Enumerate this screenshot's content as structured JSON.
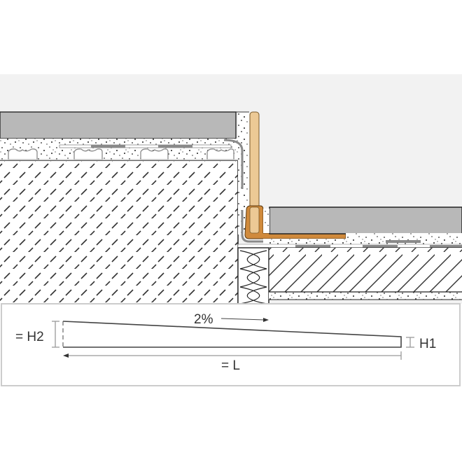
{
  "diagram": {
    "type": "cross-section",
    "subject": "floor transition profile between two levels with sloped ramp",
    "colors": {
      "background": "#ffffff",
      "section_background": "#f2f2f2",
      "tile": "#b8b8b8",
      "profile": "#d08a3c",
      "profile_inner": "#ecc995",
      "membrane": "#8a8a8a",
      "line": "#333333",
      "dimension_line": "#9a9a9a",
      "panel_border": "#cccccc"
    },
    "layers_left": [
      {
        "name": "tile-upper",
        "label": ""
      },
      {
        "name": "mortar-bed-upper",
        "label": ""
      },
      {
        "name": "screed-upper",
        "label": ""
      }
    ],
    "layers_right": [
      {
        "name": "tile-lower",
        "label": ""
      },
      {
        "name": "mortar-bed-lower",
        "label": ""
      },
      {
        "name": "screed-lower",
        "label": ""
      },
      {
        "name": "insulation",
        "label": ""
      }
    ]
  },
  "dimension_panel": {
    "slope_label": "2%",
    "height_left_label": "= H2",
    "height_right_label": "H1",
    "length_label": "= L"
  }
}
